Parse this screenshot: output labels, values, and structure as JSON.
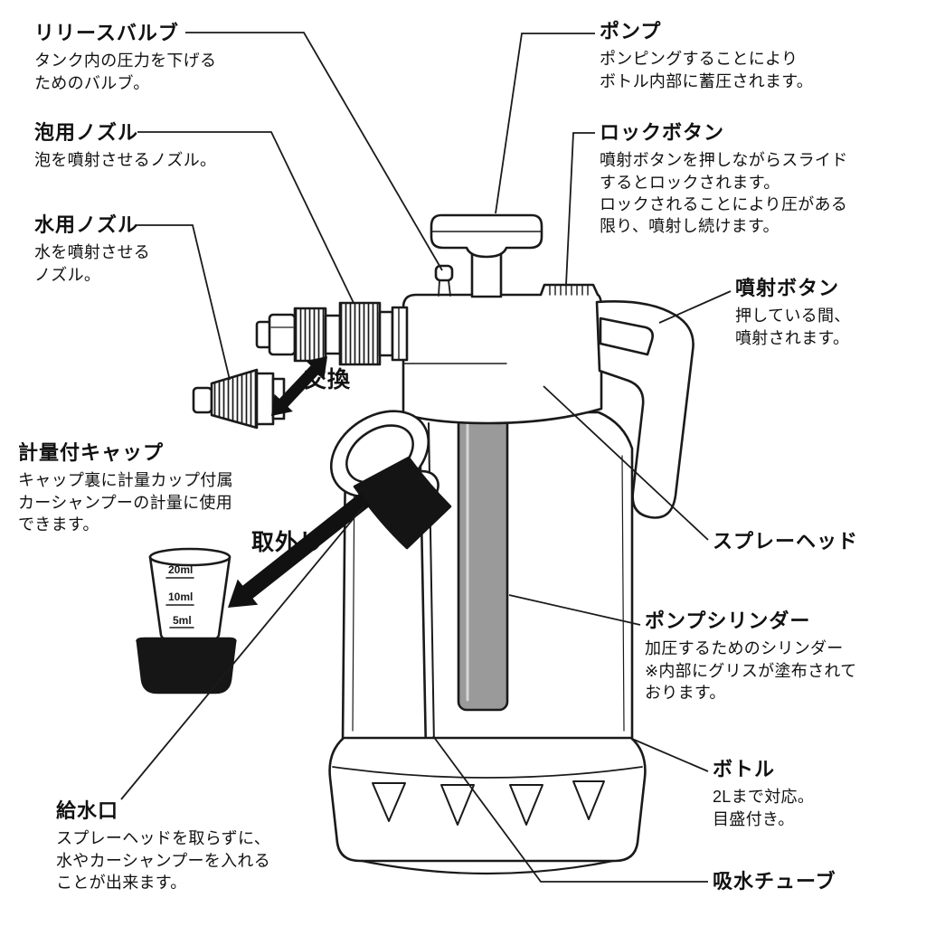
{
  "colors": {
    "ink": "#1a1a1a",
    "cylinder_gray": "#9a9a9a",
    "background": "#ffffff"
  },
  "labels": {
    "release_valve": {
      "title": "リリースバルブ",
      "desc": "タンク内の圧力を下げる\nためのバルブ。"
    },
    "foam_nozzle": {
      "title": "泡用ノズル",
      "desc": "泡を噴射させるノズル。"
    },
    "water_nozzle": {
      "title": "水用ノズル",
      "desc": "水を噴射させる\nノズル。"
    },
    "pump": {
      "title": "ポンプ",
      "desc": "ポンピングすることにより\nボトル内部に蓄圧されます。"
    },
    "lock_button": {
      "title": "ロックボタン",
      "desc": "噴射ボタンを押しながらスライド\nするとロックされます。\nロックされることにより圧がある\n限り、噴射し続けます。"
    },
    "spray_button": {
      "title": "噴射ボタン",
      "desc": "押している間、\n噴射されます。"
    },
    "exchange": {
      "title": "交換"
    },
    "measuring_cap": {
      "title": "計量付キャップ",
      "desc": "キャップ裏に計量カップ付属\nカーシャンプーの計量に使用\nできます。"
    },
    "removal": {
      "title": "取外し"
    },
    "spray_head": {
      "title": "スプレーヘッド"
    },
    "pump_cylinder": {
      "title": "ポンプシリンダー",
      "desc": "加圧するためのシリンダー\n※内部にグリスが塗布されて\nおります。"
    },
    "bottle": {
      "title": "ボトル",
      "desc": "2Lまで対応。\n目盛付き。"
    },
    "water_inlet": {
      "title": "給水口",
      "desc": "スプレーヘッドを取らずに、\n水やカーシャンプーを入れる\nことが出来ます。"
    },
    "suction_tube": {
      "title": "吸水チューブ"
    }
  },
  "measuring_cup": {
    "marks": [
      "20ml",
      "10ml",
      "5ml"
    ]
  }
}
